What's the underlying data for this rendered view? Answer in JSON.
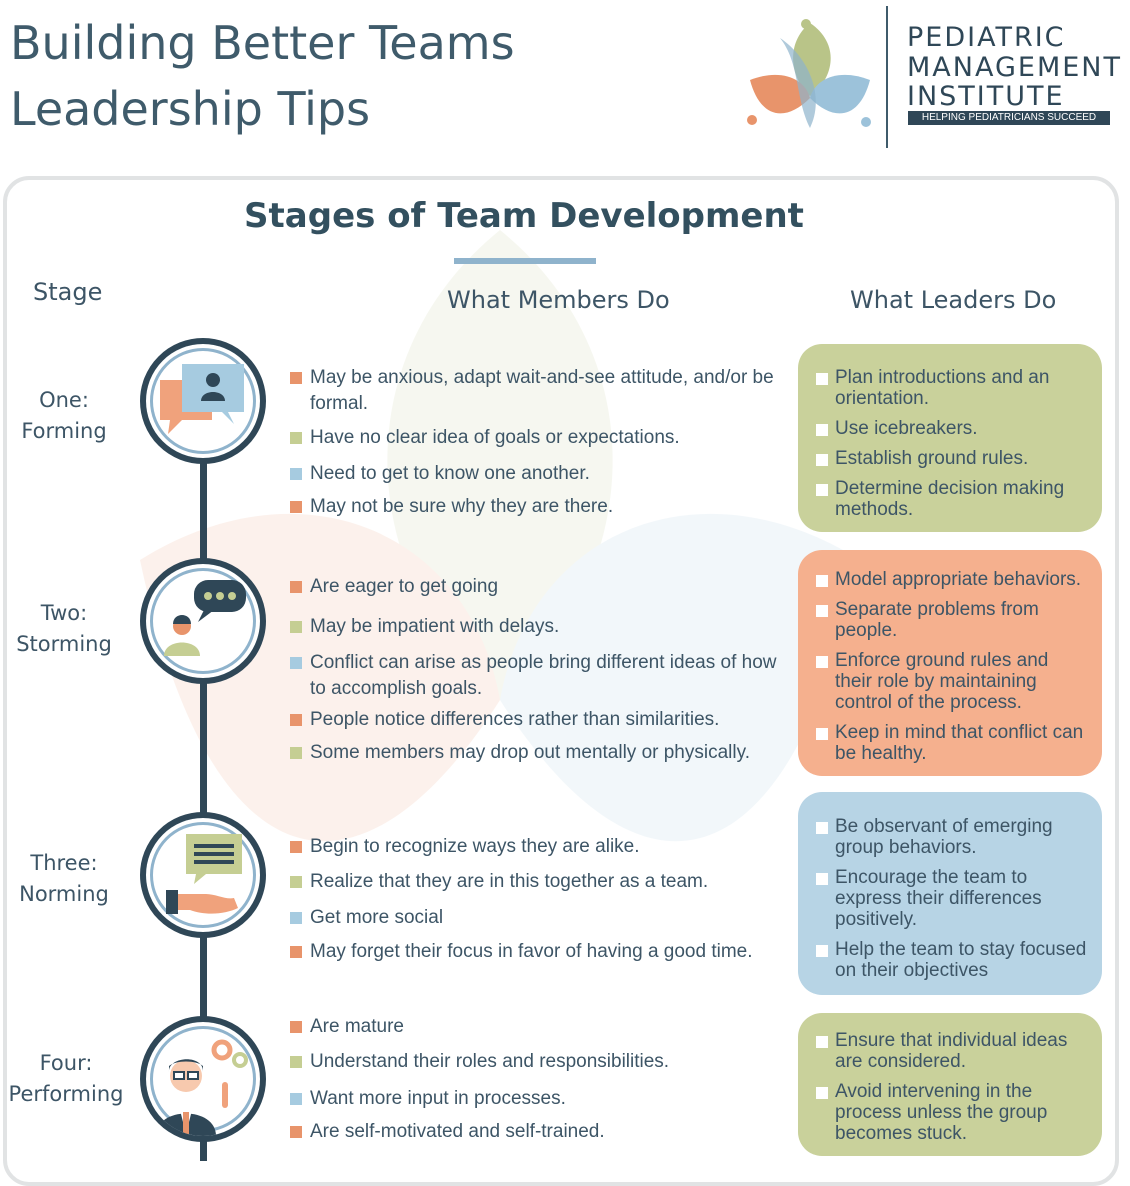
{
  "header": {
    "title_line1": "Building Better Teams",
    "title_line2": "Leadership Tips",
    "org_line1": "PEDIATRIC",
    "org_line2": "MANAGEMENT",
    "org_line3": "INSTITUTE",
    "tagline": "HELPING PEDIATRICIANS SUCCEED"
  },
  "section": {
    "heading": "Stages of Team Development",
    "col_stage": "Stage",
    "col_members": "What Members Do",
    "col_leaders": "What Leaders Do"
  },
  "colors": {
    "orange": "#e8946b",
    "green": "#c5ce93",
    "blue": "#a6cbe0",
    "dark": "#2f4757",
    "box_green": "#c9d19b",
    "box_orange": "#f5b08e",
    "box_blue": "#b7d4e5"
  },
  "stages": [
    {
      "number": "One:",
      "name": "Forming",
      "icon": "chat-person-icon",
      "members": [
        {
          "text": "May be anxious, adapt wait-and-see attitude, and/or be formal.",
          "color": "orange"
        },
        {
          "text": "Have no clear idea of goals or expectations.",
          "color": "green"
        },
        {
          "text": "Need to get to know one another.",
          "color": "blue"
        },
        {
          "text": "May not be sure why they are there.",
          "color": "orange"
        }
      ],
      "leaders": [
        "Plan introductions and an orientation.",
        "Use icebreakers.",
        "Establish ground rules.",
        "Determine decision making methods."
      ]
    },
    {
      "number": "Two:",
      "name": "Storming",
      "icon": "person-speech-icon",
      "members": [
        {
          "text": "Are eager to get going",
          "color": "orange"
        },
        {
          "text": "May be impatient with delays.",
          "color": "green"
        },
        {
          "text": "Conflict can arise as people bring different ideas of how to accomplish goals.",
          "color": "blue"
        },
        {
          "text": "People notice differences rather than similarities.",
          "color": "orange"
        },
        {
          "text": "Some members may drop out mentally or physically.",
          "color": "green"
        }
      ],
      "leaders": [
        "Model appropriate behaviors.",
        "Separate problems from people.",
        "Enforce ground rules and their role by maintaining control of the process.",
        "Keep in mind that conflict can be healthy."
      ]
    },
    {
      "number": "Three:",
      "name": "Norming",
      "icon": "hand-message-icon",
      "members": [
        {
          "text": "Begin to recognize ways they are alike.",
          "color": "orange"
        },
        {
          "text": "Realize that they are in this together as a team.",
          "color": "green"
        },
        {
          "text": "Get more social",
          "color": "blue"
        },
        {
          "text": "May forget their focus in favor of having a good time.",
          "color": "orange"
        }
      ],
      "leaders": [
        "Be observant of emerging group behaviors.",
        "Encourage the team to express their differences positively.",
        "Help the team to stay focused on their objectives"
      ]
    },
    {
      "number": "Four:",
      "name": "Performing",
      "icon": "businessman-gears-icon",
      "members": [
        {
          "text": "Are mature",
          "color": "orange"
        },
        {
          "text": "Understand their roles and responsibilities.",
          "color": "green"
        },
        {
          "text": "Want more input in processes.",
          "color": "blue"
        },
        {
          "text": "Are self-motivated and self-trained.",
          "color": "orange"
        }
      ],
      "leaders": [
        "Ensure that individual ideas are considered.",
        "Avoid intervening in the process unless the group becomes stuck."
      ]
    }
  ]
}
